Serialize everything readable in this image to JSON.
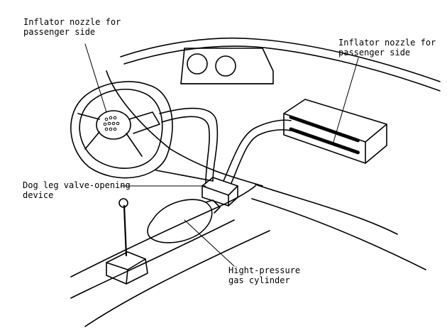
{
  "labels": {
    "driver_nozzle": {
      "line1": "Inflator nozzle for",
      "line2": "passenger side"
    },
    "passenger_nozzle": {
      "line1": "Inflator nozzle for",
      "line2": "passenger side"
    },
    "dog_leg": {
      "line1": "Dog leg valve-opening",
      "line2": "device"
    },
    "cylinder": {
      "line1": "Hight-pressure",
      "line2": "gas cylinder"
    }
  },
  "colors": {
    "ink": "#000000",
    "paper": "#ffffff"
  }
}
